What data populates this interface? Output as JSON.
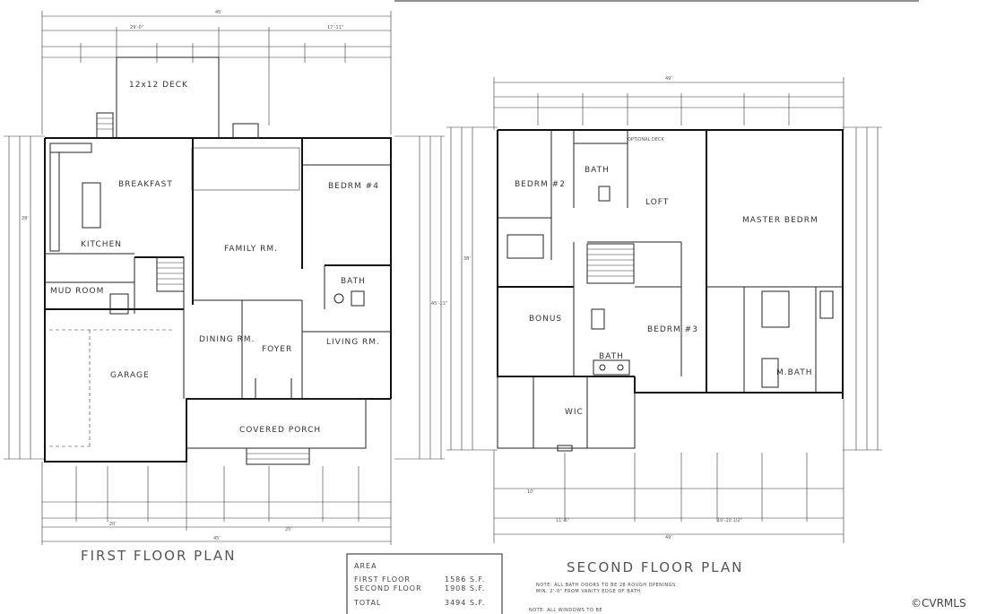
{
  "first_floor": {
    "title": "FIRST FLOOR PLAN",
    "rooms": {
      "deck": "12x12 DECK",
      "breakfast": "BREAKFAST",
      "kitchen": "KITCHEN",
      "family": "FAMILY RM.",
      "bedrm4": "BEDRM #4",
      "mud": "MUD ROOM",
      "bath": "BATH",
      "dining": "DINING RM.",
      "foyer": "FOYER",
      "living": "LIVING RM.",
      "garage": "GARAGE",
      "porch": "COVERED PORCH"
    },
    "dims": {
      "top_overall": "45'",
      "top_a": "29'-0\"",
      "top_b": "17'-11\"",
      "bottom_a": "20'",
      "bottom_b": "25'",
      "left_overall": "28'",
      "right_overall": "45'-11\"",
      "bottom_overall": "45'"
    }
  },
  "second_floor": {
    "title": "SECOND FLOOR PLAN",
    "rooms": {
      "bedrm2": "BEDRM #2",
      "bath_top": "BATH",
      "loft": "LOFT",
      "master": "MASTER BEDRM",
      "bonus": "BONUS",
      "bedrm3": "BEDRM #3",
      "bath_mid": "BATH",
      "wic": "WIC",
      "m_bath": "M.BATH",
      "optional_deck": "OPTIONAL DECK"
    },
    "dims": {
      "top_overall": "49'",
      "bottom_overall": "49'",
      "bottom_a": "10'",
      "bottom_b": "11'-6\"",
      "bottom_c": "10'-10 1/2\"",
      "left_overall": "38'"
    }
  },
  "area_box": {
    "heading": "AREA",
    "rows": [
      {
        "label": "FIRST FLOOR",
        "value": "1586 S.F."
      },
      {
        "label": "SECOND FLOOR",
        "value": "1908 S.F."
      },
      {
        "label": "TOTAL",
        "value": "3494 S.F."
      }
    ]
  },
  "notes": {
    "note1": "NOTE: ALL BATH DOORS TO BE 28 ROUGH OPENINGS",
    "note2": "MIN. 2'-0\" FROM VANITY EDGE OF BATH",
    "note3": "NOTE: ALL WINDOWS TO BE"
  },
  "watermark": "©CVRMLS"
}
